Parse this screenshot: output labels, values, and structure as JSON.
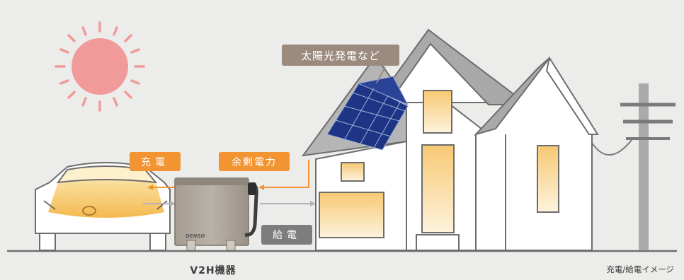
{
  "labels": {
    "solar": "太陽光発電など",
    "charge": "充電",
    "surplus": "余剰電力",
    "supply": "給電"
  },
  "device": {
    "caption": "V2H機器",
    "brand": "DENSO"
  },
  "image_caption": "充電/給電イメージ",
  "colors": {
    "background": "#ececea",
    "orange": "#f29431",
    "solar_label": "#9c8a7e",
    "supply_label": "#7d7d7d",
    "sun": "#f09a9a",
    "panel": "#1e3585",
    "outline": "#666666",
    "window_glow": "#f8d48a"
  },
  "icons": [
    "sun-icon",
    "car-icon",
    "v2h-unit-icon",
    "house-icon",
    "solar-panel-icon",
    "utility-pole-icon"
  ]
}
